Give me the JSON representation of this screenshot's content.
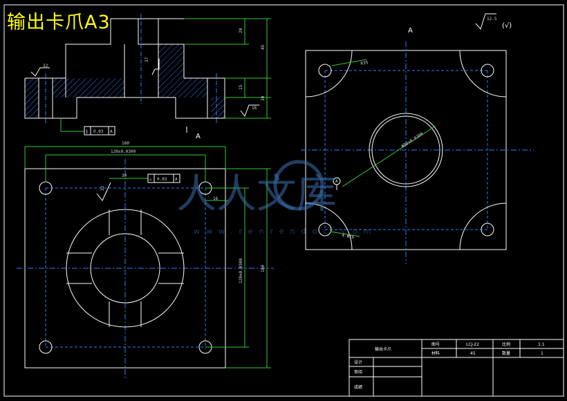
{
  "title": "输出卡爪A3",
  "section_marks": {
    "front": "A",
    "top": "A",
    "right": "A"
  },
  "roughness": {
    "front_left": "32",
    "front_center": "37",
    "front_bottom": "16",
    "top_view": "32",
    "right_top": "12.5"
  },
  "roughness_note": "(√)",
  "front_dims": {
    "d1": "20",
    "d2": "45",
    "d3": "15",
    "d4": "30"
  },
  "front_tolerance": {
    "symbol": "∥",
    "value": "0.03",
    "datum": "A"
  },
  "top_dims": {
    "overall_width": "160",
    "hole_spacing": "120±0.0300",
    "slot_width": "30",
    "hole_dia": "16",
    "hole_spacing_v": "120±0.0300",
    "overall_height": "160"
  },
  "top_tolerance": {
    "symbol": "⊥",
    "value": "0.03",
    "datum": "A"
  },
  "right_dims": {
    "corner_r": "R35",
    "bore": "Φ80+0.0300",
    "hole": "4-Φ16"
  },
  "watermark": {
    "text": "人人文库",
    "url": "www.renrendoc.com"
  },
  "title_block": {
    "part_name": "输出卡爪",
    "drawing_no_label": "图号",
    "drawing_no": "LCJ-22",
    "scale_label": "比例",
    "scale": "1:1",
    "material_label": "材料",
    "material": "45",
    "qty_label": "数量",
    "qty": "1",
    "design": "设计",
    "review": "审阅",
    "grade": "成绩"
  }
}
